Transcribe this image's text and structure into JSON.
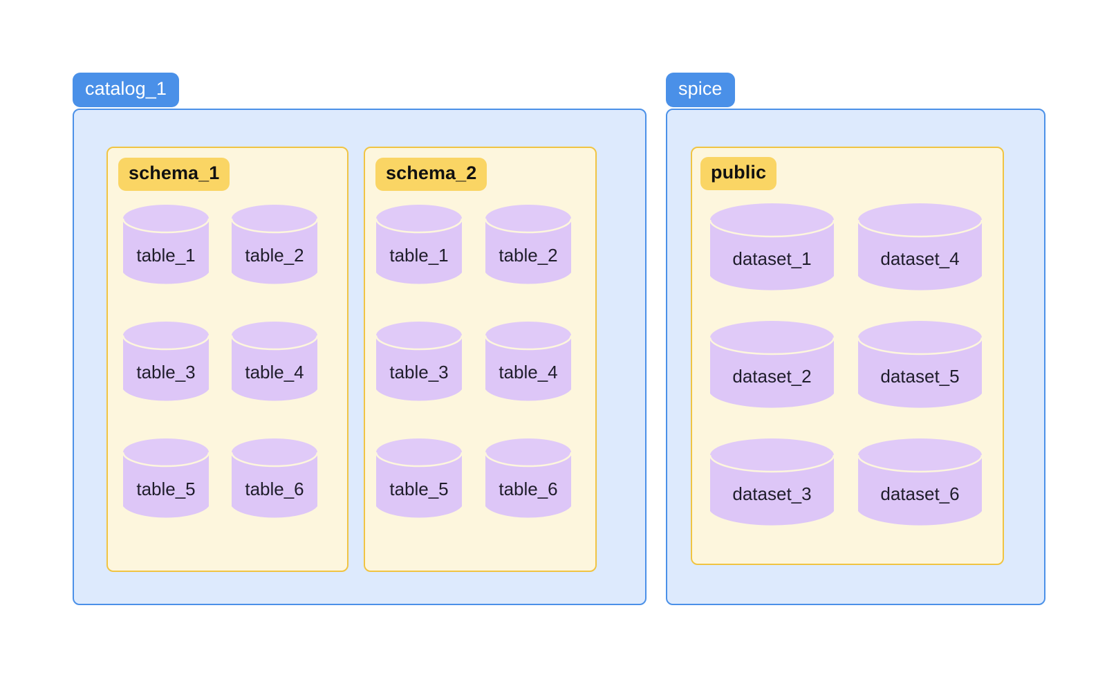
{
  "diagram": {
    "title_colors": {
      "catalog_badge_bg": "#4a90e8",
      "catalog_badge_text": "#ffffff",
      "catalog_panel_bg": "#ddeafd",
      "catalog_panel_border": "#4a90e8",
      "schema_panel_bg": "#fdf6dd",
      "schema_panel_border": "#f0c442",
      "schema_badge_bg": "#fad564",
      "schema_badge_text": "#111111",
      "cylinder_body": "#ddc6f7",
      "cylinder_top": "#e0caf8",
      "cylinder_seam": "#fdf6dd",
      "cylinder_label_text": "#1f1d2b",
      "page_bg": "#ffffff"
    },
    "catalogs": [
      {
        "name": "catalog_1",
        "schemas": [
          {
            "name": "schema_1",
            "objects": [
              {
                "label": "table_1"
              },
              {
                "label": "table_2"
              },
              {
                "label": "table_3"
              },
              {
                "label": "table_4"
              },
              {
                "label": "table_5"
              },
              {
                "label": "table_6"
              }
            ]
          },
          {
            "name": "schema_2",
            "objects": [
              {
                "label": "table_1"
              },
              {
                "label": "table_2"
              },
              {
                "label": "table_3"
              },
              {
                "label": "table_4"
              },
              {
                "label": "table_5"
              },
              {
                "label": "table_6"
              }
            ]
          }
        ]
      },
      {
        "name": "spice",
        "schemas": [
          {
            "name": "public",
            "objects": [
              {
                "label": "dataset_1"
              },
              {
                "label": "dataset_2"
              },
              {
                "label": "dataset_3"
              },
              {
                "label": "dataset_4"
              },
              {
                "label": "dataset_5"
              },
              {
                "label": "dataset_6"
              }
            ]
          }
        ]
      }
    ]
  }
}
